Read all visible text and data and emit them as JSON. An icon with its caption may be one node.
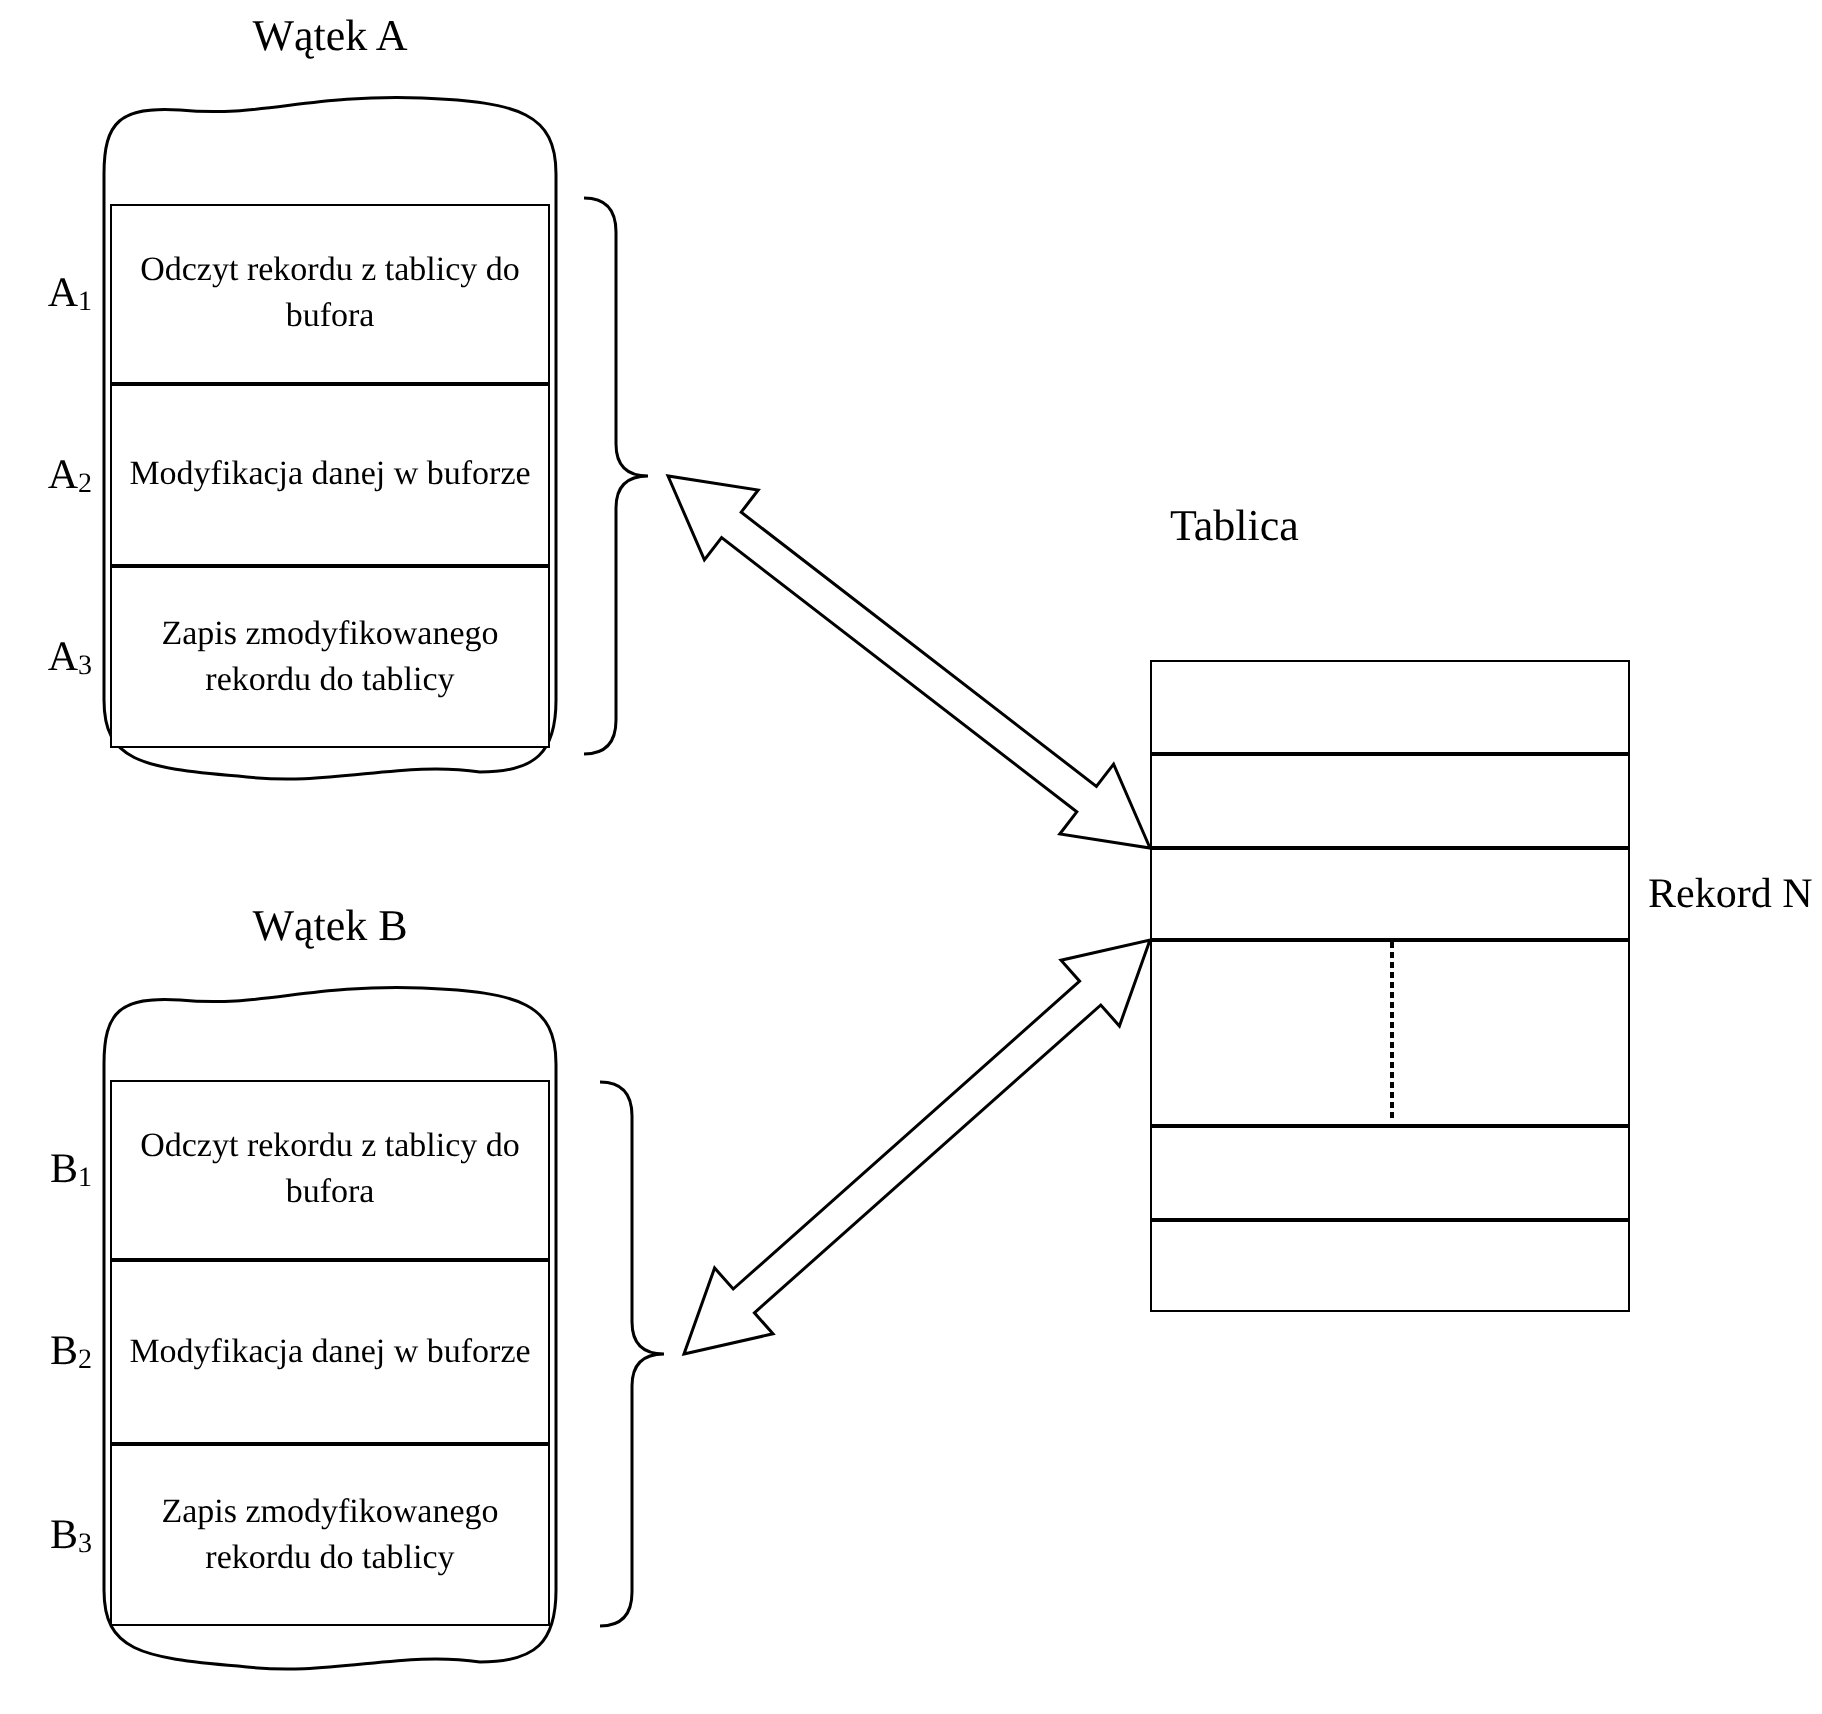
{
  "diagram": {
    "nodes": [
      {
        "text": [
          "Wątek A"
        ]
      },
      {
        "text": [
          "Odczyt rekordu z tablicy do bufora"
        ],
        "in": 0,
        "beside": [
          "A$_{1}$"
        ]
      },
      {
        "text": [
          "Modyfikacja danej w buforze"
        ],
        "in": 0,
        "beside": [
          "A$_{2}$"
        ]
      },
      {
        "text": [
          "Zapis zmodyfikowanego rekordu do tablicy"
        ],
        "in": 0,
        "beside": [
          "A$_{3}$"
        ]
      },
      {
        "text": [],
        "shape": "bracket"
      },
      {
        "text": [
          "Tablica"
        ]
      },
      {
        "text": [],
        "shape": "box",
        "in": 5
      },
      {
        "text": [],
        "shape": "box",
        "in": 5
      },
      {
        "text": [],
        "shape": "box",
        "in": 5,
        "beside": [
          "Rekord N"
        ]
      },
      {
        "text": [],
        "shape": "box",
        "in": 5
      },
      {
        "text": [],
        "shape": "box",
        "in": 5
      },
      {
        "text": [],
        "shape": "box",
        "in": 5
      },
      {
        "text": [
          "Wątek B"
        ]
      },
      {
        "text": [
          "Odczyt rekordu z tablicy do bufora"
        ],
        "in": 12,
        "beside": [
          "B$_{1}$"
        ]
      },
      {
        "text": [
          "Modyfikacja danej w buforze"
        ],
        "in": 12,
        "beside": [
          "B$_{2}$"
        ]
      },
      {
        "text": [
          "Zapis zmodyfikowanego rekordu do tablicy"
        ],
        "in": 12,
        "beside": [
          "B$_{3}$"
        ]
      },
      {
        "text": [],
        "shape": "bracket"
      }
    ],
    "edges": [
      {
        "from": 4,
        "to": 8,
        "arrow": "both"
      },
      {
        "from": 16,
        "to": 8,
        "arrow": "both"
      }
    ]
  }
}
